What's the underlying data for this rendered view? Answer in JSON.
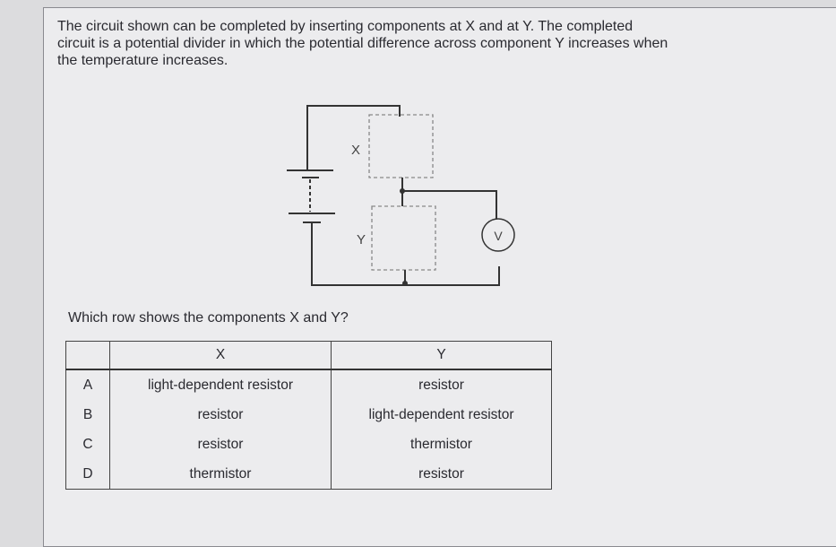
{
  "question": {
    "lines": [
      "The circuit shown can be completed by inserting components at X and at Y. The completed",
      "circuit is a potential divider in which the potential difference across component Y increases when",
      "the temperature increases."
    ],
    "prompt": "Which row shows the components X and Y?"
  },
  "circuit": {
    "label_x": "X",
    "label_y": "Y",
    "voltmeter": "V"
  },
  "table": {
    "headers": [
      "",
      "X",
      "Y"
    ],
    "rows": [
      {
        "option": "A",
        "x": "light-dependent resistor",
        "y": "resistor"
      },
      {
        "option": "B",
        "x": "resistor",
        "y": "light-dependent resistor"
      },
      {
        "option": "C",
        "x": "resistor",
        "y": "thermistor"
      },
      {
        "option": "D",
        "x": "thermistor",
        "y": "resistor"
      }
    ]
  }
}
